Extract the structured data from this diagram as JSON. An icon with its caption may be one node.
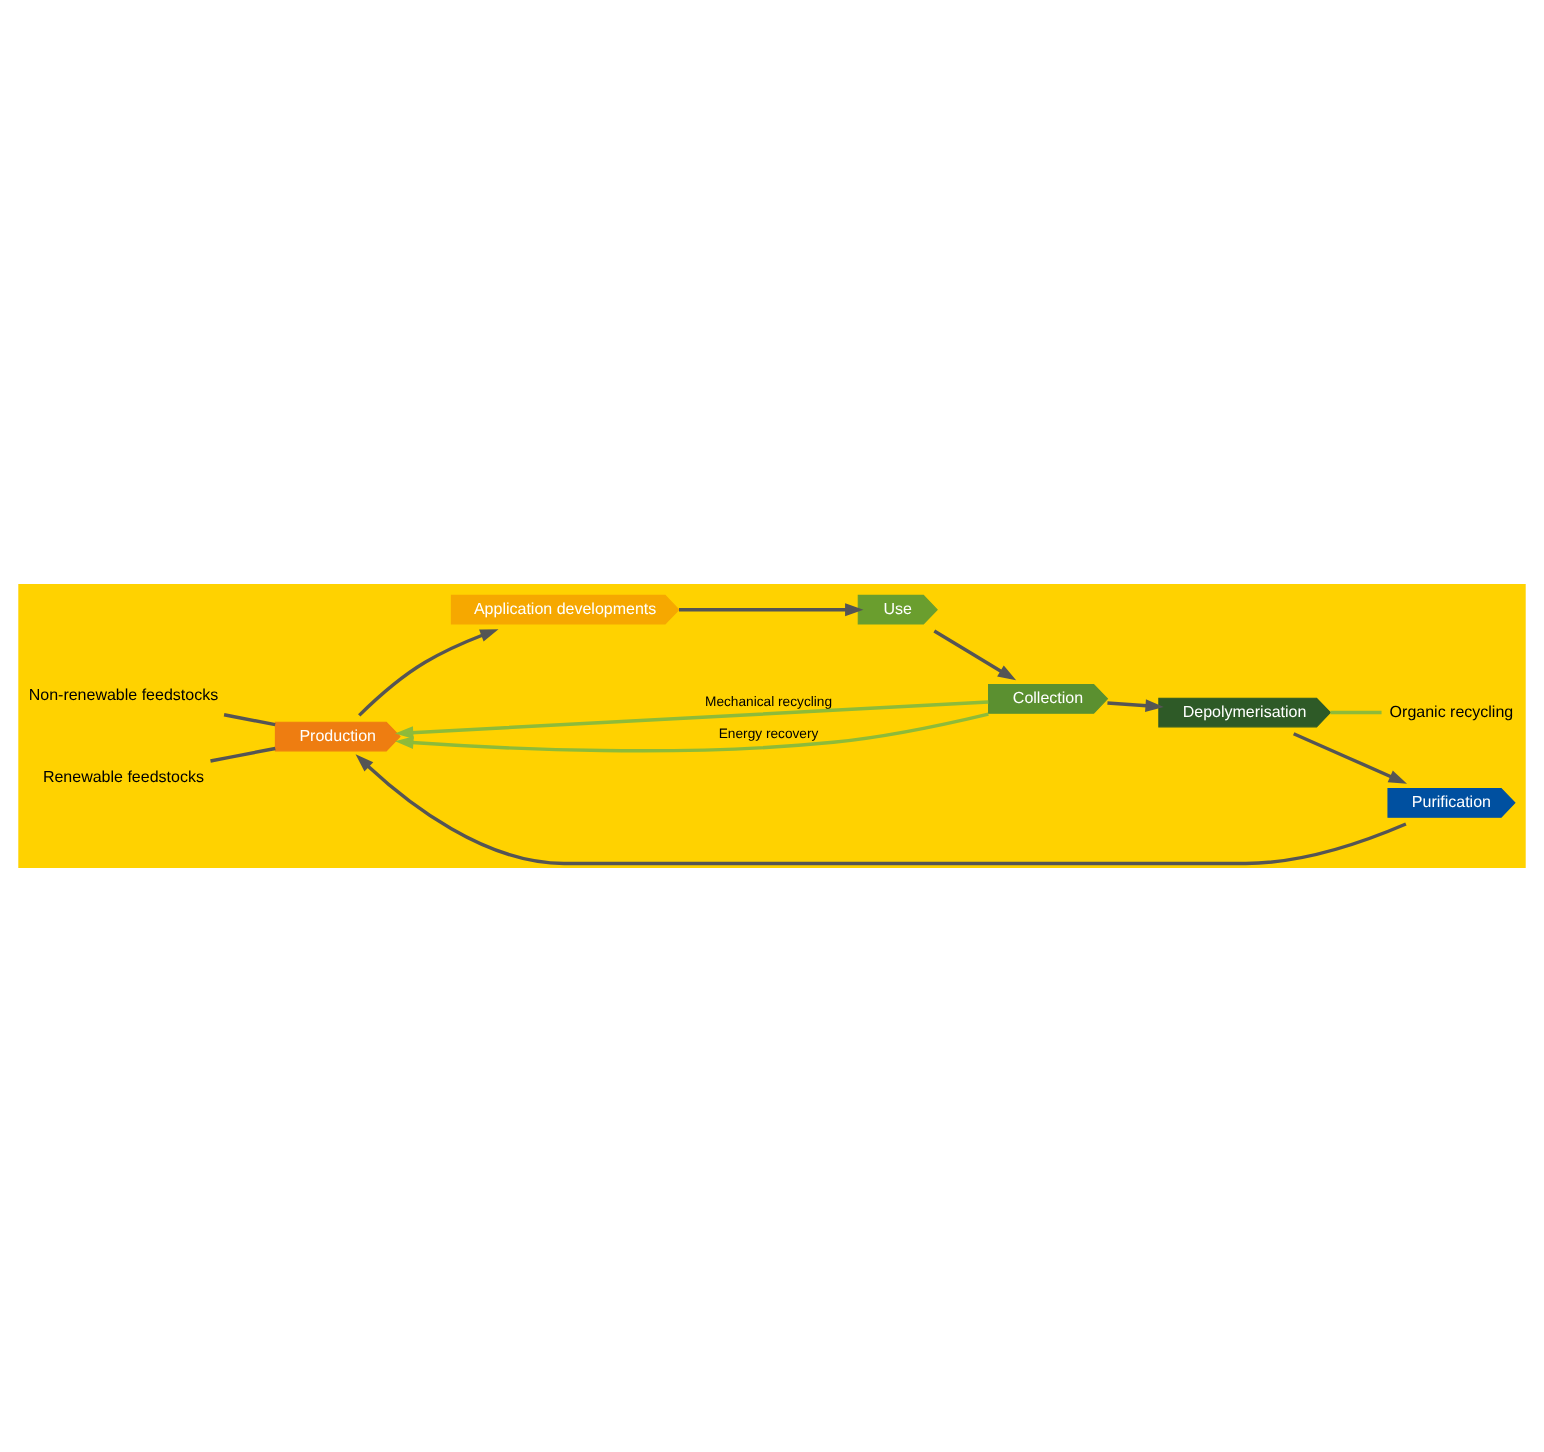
{
  "diagram": {
    "nodes": [
      {
        "text": [
          "Non-renewable feedstocks"
        ]
      },
      {
        "text": [
          "Renewable feedstocks"
        ]
      },
      {
        "text": [
          "Production"
        ]
      },
      {
        "text": [
          "Application developments"
        ]
      },
      {
        "text": [
          "Use"
        ]
      },
      {
        "text": [
          "Collection"
        ]
      },
      {
        "text": [
          "Depolymerisation"
        ]
      },
      {
        "text": [
          "Purification"
        ]
      },
      {
        "text": [
          "Organic recycling"
        ]
      }
    ],
    "edges": [
      {
        "from": 0,
        "to": 2,
        "arrow": "none"
      },
      {
        "from": 1,
        "to": 2,
        "arrow": "none"
      },
      {
        "from": 2,
        "to": 3,
        "arrow": "to"
      },
      {
        "from": 3,
        "to": 4,
        "arrow": "to"
      },
      {
        "from": 4,
        "to": 5,
        "arrow": "to"
      },
      {
        "from": 5,
        "to": 6,
        "arrow": "to"
      },
      {
        "from": 6,
        "to": 7,
        "arrow": "to"
      },
      {
        "from": 7,
        "to": 2,
        "arrow": "to"
      },
      {
        "from": 5,
        "to": 2,
        "arrow": "to",
        "label": "Mechanical recycling",
        "color": "#8dbb3a"
      },
      {
        "from": 5,
        "to": 2,
        "arrow": "to",
        "label": "Energy recovery",
        "color": "#8dbb3a"
      },
      {
        "from": 6,
        "to": 8,
        "arrow": "none",
        "color": "#8dbb3a"
      }
    ]
  }
}
